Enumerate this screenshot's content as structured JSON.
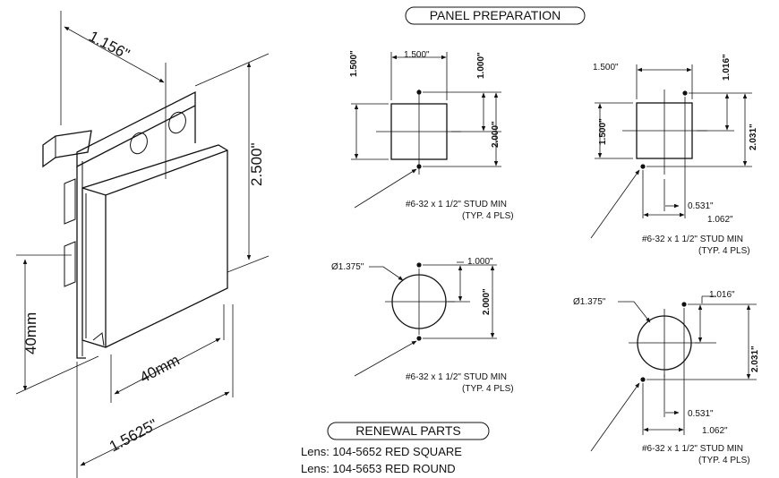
{
  "titles": {
    "panel_preparation": "PANEL PREPARATION",
    "renewal_parts": "RENEWAL PARTS"
  },
  "renewal_parts": {
    "lines": [
      "Lens: 104-5652 RED SQUARE",
      "Lens: 104-5653 RED ROUND"
    ]
  },
  "isometric": {
    "dim_depth": "1.156\"",
    "dim_height": "2.500\"",
    "dim_lens_height": "40mm",
    "dim_lens_width": "40mm",
    "dim_width": "1.5625\""
  },
  "square_typ": {
    "dim_width": "1.500\"",
    "dim_height": "1.500\"",
    "dim_top": "1.000\"",
    "dim_stud": "2.000\"",
    "note1": "#6-32 x 1 1/2\" STUD MIN",
    "note2": "(TYP. 4 PLS)"
  },
  "square_alt": {
    "dim_width": "1.500\"",
    "dim_height": "1.500\"",
    "dim_top": "1.016\"",
    "dim_stud": "2.031\"",
    "dim_offset": "0.531\"",
    "dim_span": "1.062\"",
    "note1": "#6-32 x 1 1/2\" STUD MIN",
    "note2": "(TYP. 4 PLS)"
  },
  "round_typ": {
    "dim_dia": "Ø1.375\"",
    "dim_top": "1.000\"",
    "dim_stud": "2.000\"",
    "note1": "#6-32 x 1 1/2\" STUD MIN",
    "note2": "(TYP. 4 PLS)"
  },
  "round_alt": {
    "dim_dia": "Ø1.375\"",
    "dim_top": "1.016\"",
    "dim_stud": "2.031\"",
    "dim_offset": "0.531\"",
    "dim_span": "1.062\"",
    "note1": "#6-32 x 1 1/2\" STUD MIN",
    "note2": "(TYP. 4 PLS)"
  }
}
